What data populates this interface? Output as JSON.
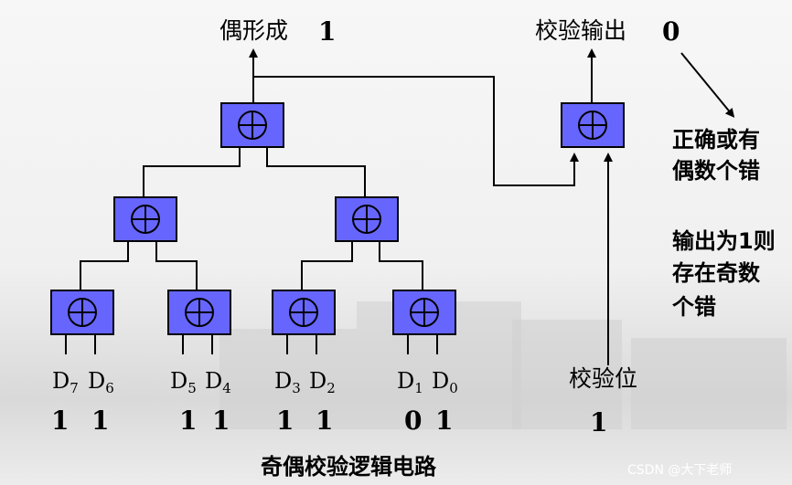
{
  "top_left_label": "偶形成",
  "top_left_value": "1",
  "top_right_label": "校验输出",
  "top_right_value": "0",
  "note_1": [
    "正确或有",
    "偶数个错"
  ],
  "note_2": [
    "输出为1则",
    "存在奇数",
    "个错"
  ],
  "xor_symbol": "⊕",
  "inputs": [
    {
      "letter": "D",
      "sub": "7",
      "value": "1"
    },
    {
      "letter": "D",
      "sub": "6",
      "value": "1"
    },
    {
      "letter": "D",
      "sub": "5",
      "value": "1"
    },
    {
      "letter": "D",
      "sub": "4",
      "value": "1"
    },
    {
      "letter": "D",
      "sub": "3",
      "value": "1"
    },
    {
      "letter": "D",
      "sub": "2",
      "value": "1"
    },
    {
      "letter": "D",
      "sub": "1",
      "value": "0"
    },
    {
      "letter": "D",
      "sub": "0",
      "value": "1"
    }
  ],
  "check_bit_label": "校验位",
  "check_bit_value": "1",
  "caption": "奇偶校验逻辑电路",
  "watermark": "CSDN @大下老师",
  "colors": {
    "gate_fill": "#6666ff",
    "gate_stroke": "#000000",
    "wire": "#000000",
    "text": "#000000"
  }
}
